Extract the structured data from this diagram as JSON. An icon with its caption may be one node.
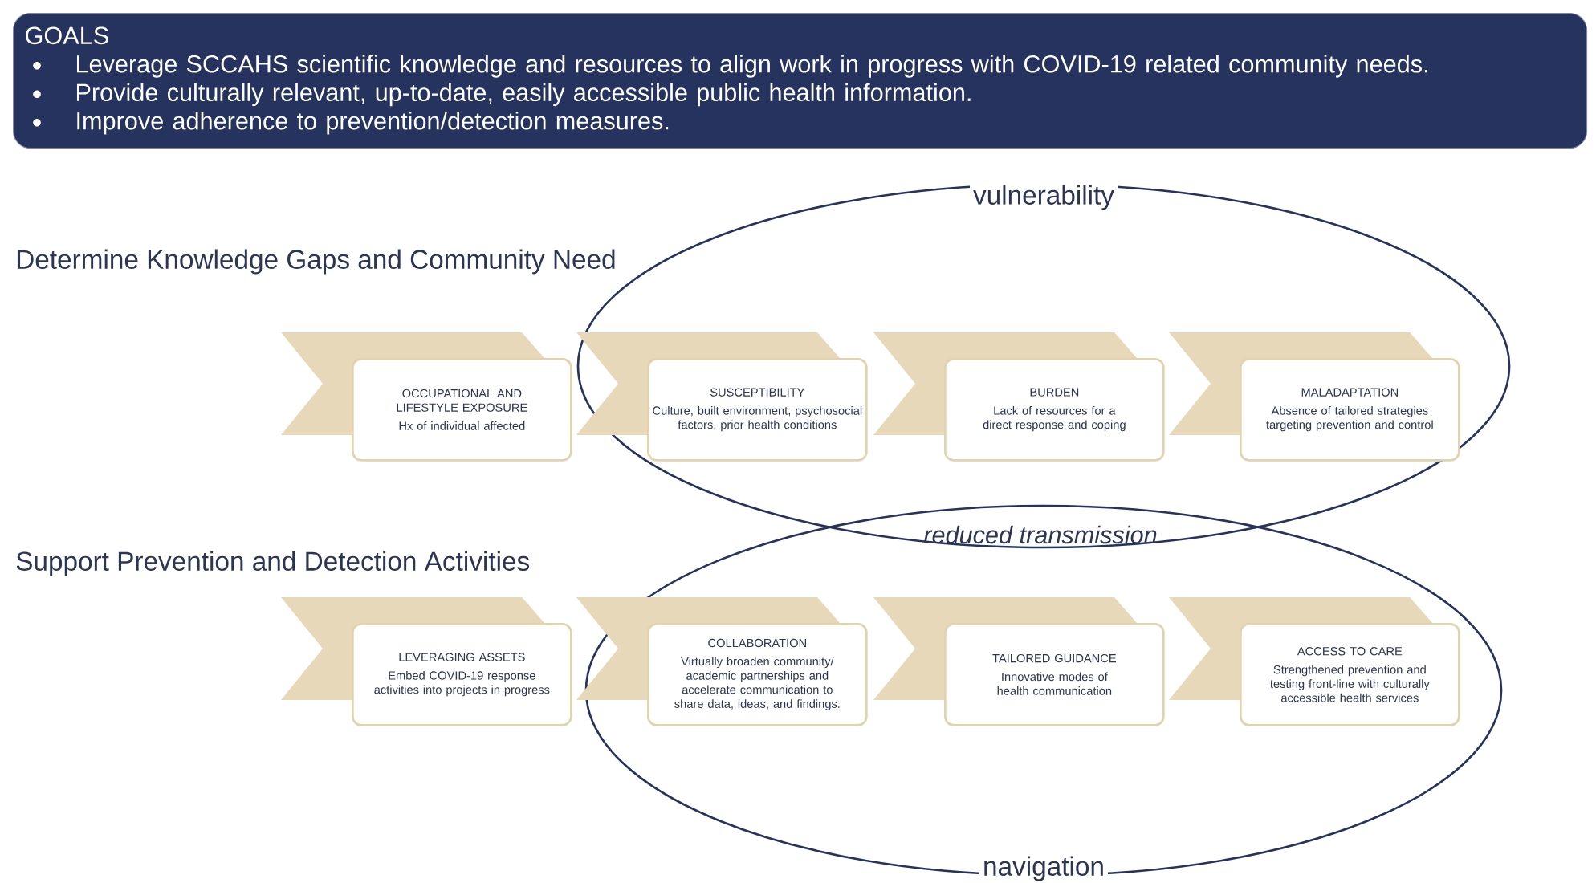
{
  "diagram": {
    "nodes": [
      {
        "text": [
          "GOALS",
          "Leverage SCCAHS scientific knowledge and resources to align work in progress with COVID-19 related community needs.",
          "Provide culturally relevant, up-to-date, easily accessible public health information.",
          "Improve adherence to prevention/detection measures."
        ]
      },
      {
        "text": [
          "vulnerability"
        ]
      },
      {
        "text": [
          "OCCUPATIONAL AND LIFESTYLE EXPOSURE",
          "Hx of individual affected"
        ]
      },
      {
        "text": [
          "SUSCEPTIBILITY",
          "Culture, built environment, psychosocial factors, prior health conditions"
        ],
        "in": 1
      },
      {
        "text": [
          "BURDEN",
          "Lack of resources for a direct response and coping"
        ],
        "in": 1
      },
      {
        "text": [
          "MALADAPTATION",
          "Absence of tailored strategies targeting prevention and control"
        ],
        "in": 1
      },
      {
        "text": [
          "LEVERAGING ASSETS",
          "Embed COVID-19 response activities into projects in progress"
        ]
      },
      {
        "text": [
          "COLLABORATION",
          "Virtually broaden community/ academic partnerships and accelerate communication to share data, ideas, and findings."
        ],
        "in": 10
      },
      {
        "text": [
          "TAILORED GUIDANCE",
          "Innovative modes of health communication"
        ],
        "in": 10
      },
      {
        "text": [
          "ACCESS TO CARE",
          "Strengthened prevention and testing front-line with culturally accessible health services"
        ],
        "in": 10
      },
      {
        "text": [
          "navigation"
        ]
      }
    ],
    "labels": [
      "Determine Knowledge Gaps and Community Need",
      "reduced transmission",
      "Support Prevention and Detection Activities"
    ]
  }
}
